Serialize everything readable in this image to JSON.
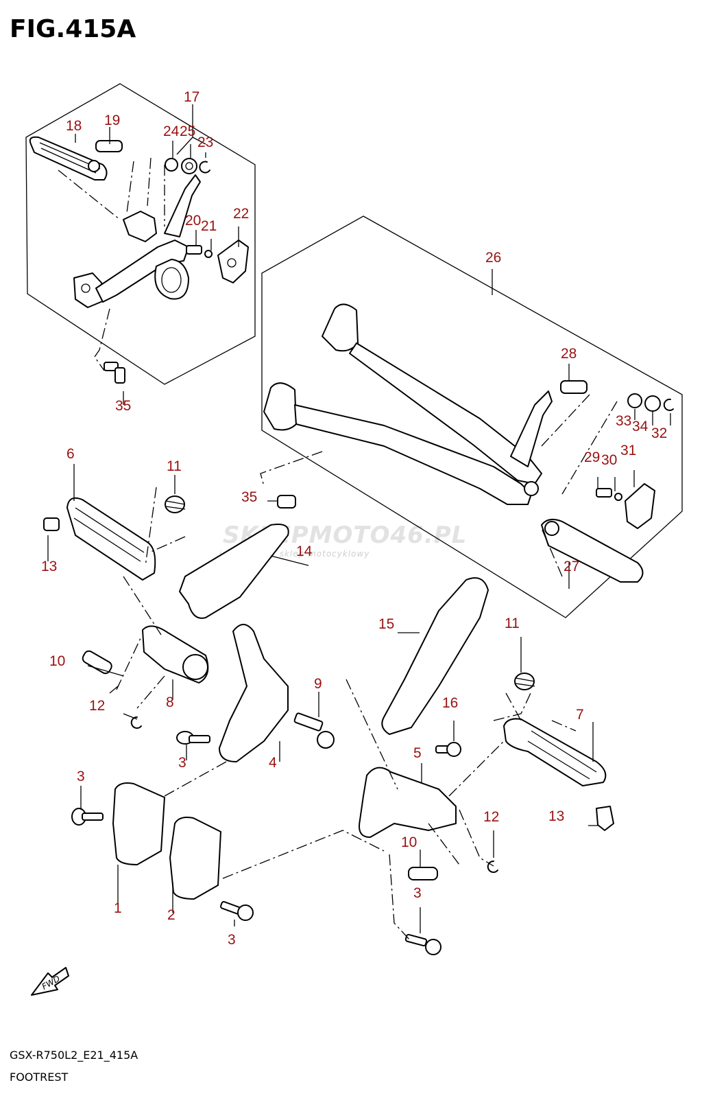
{
  "figure": {
    "title": "FIG.415A",
    "model_code": "GSX-R750L2_E21_415A",
    "name": "FOOTREST"
  },
  "watermark": {
    "brand": "SKLEPMOTO46.PL",
    "tagline": "internetowy sklep motocyklowy"
  },
  "fwd_label": "FWD",
  "callouts": [
    "17",
    "18",
    "19",
    "24",
    "25",
    "23",
    "20",
    "21",
    "22",
    "35",
    "26",
    "28",
    "33",
    "34",
    "32",
    "29",
    "30",
    "31",
    "27",
    "6",
    "11",
    "13",
    "35",
    "14",
    "10",
    "8",
    "12",
    "3",
    "4",
    "9",
    "15",
    "11",
    "16",
    "7",
    "5",
    "3",
    "1",
    "2",
    "3",
    "13",
    "10",
    "12",
    "3"
  ],
  "colors": {
    "callout": "#9a1010",
    "lines": "#000000"
  }
}
